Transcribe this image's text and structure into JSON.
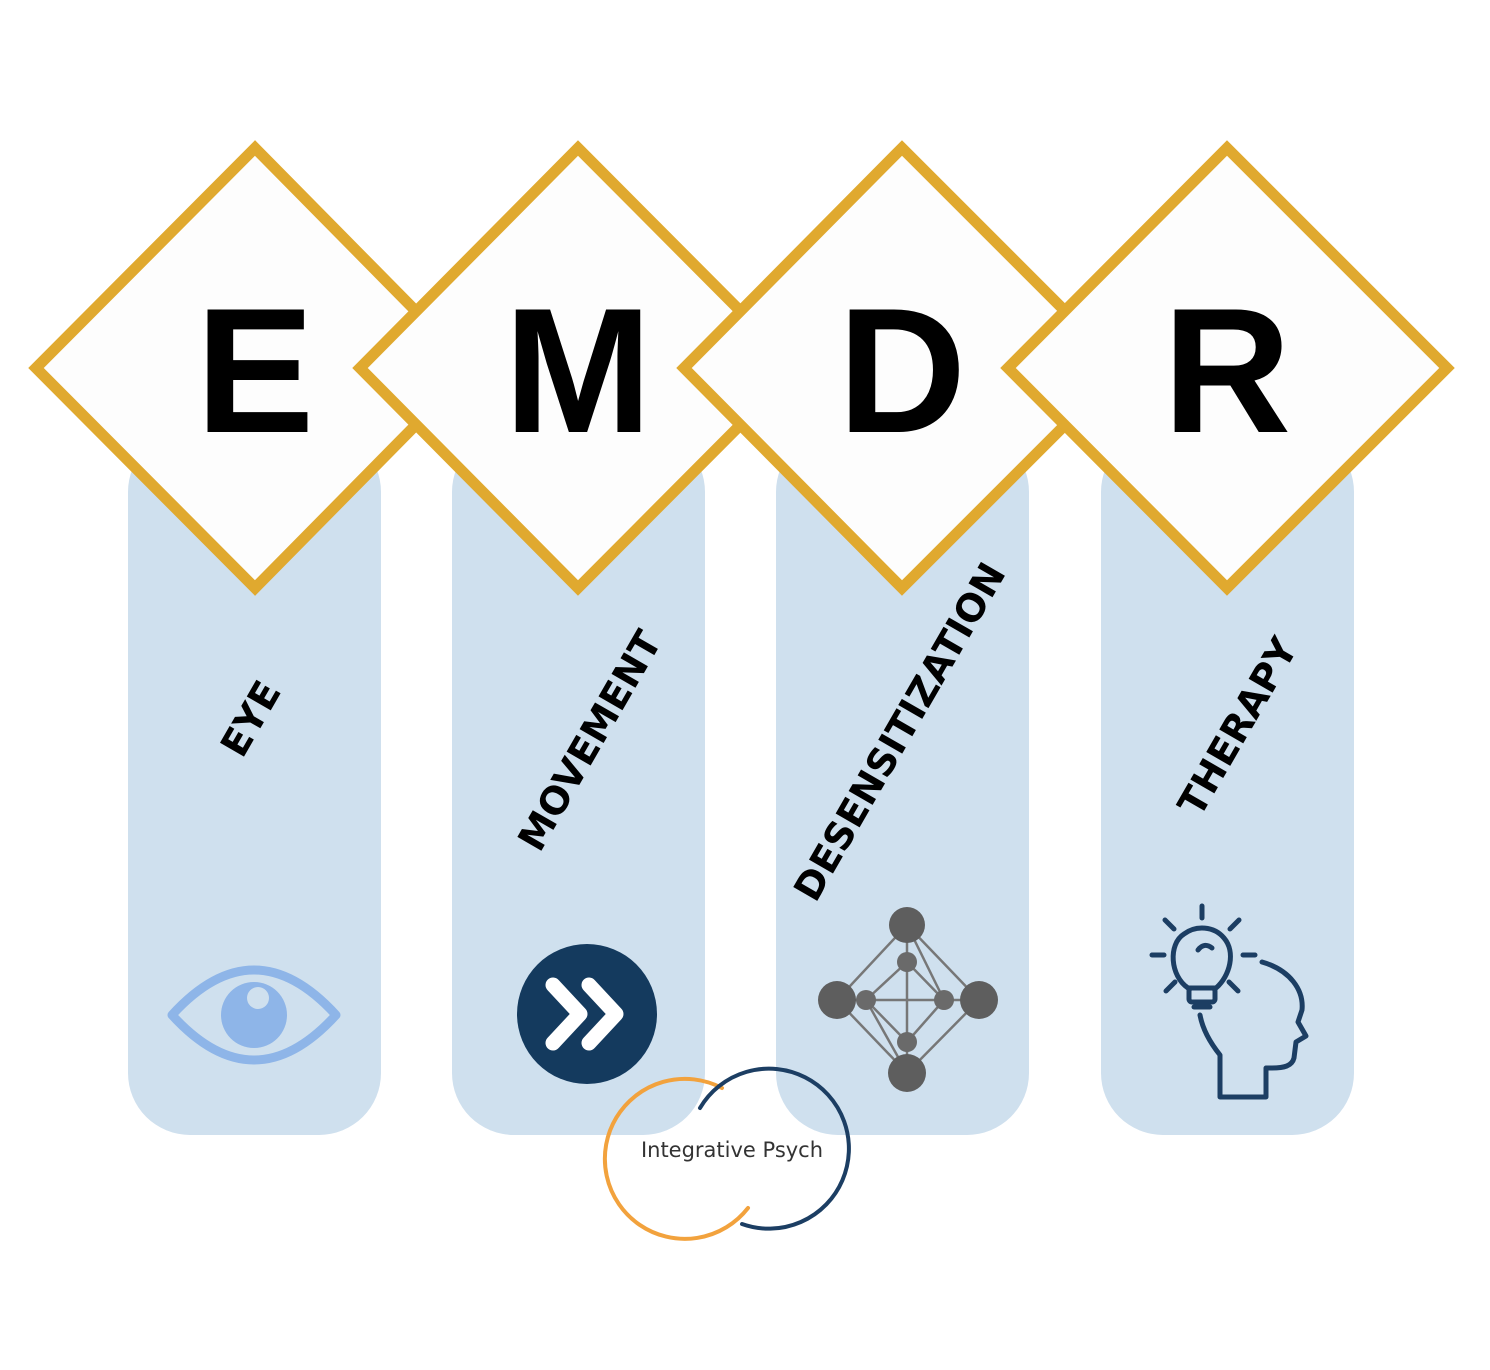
{
  "acronym": {
    "letters": [
      "E",
      "M",
      "D",
      "R"
    ],
    "words": [
      "EYE",
      "MOVEMENT",
      "DESENSITIZATION",
      "THERAPY"
    ]
  },
  "icons": [
    "eye-icon",
    "fast-forward-icon",
    "molecule-network-icon",
    "lightbulb-head-icon"
  ],
  "logo": {
    "text": "Integrative Psych"
  },
  "colors": {
    "diamond_border": "#e0a92f",
    "diamond_fill": "#fdfdfd",
    "panel": "#cfe0ee",
    "eye_icon": "#8eb5e8",
    "navy": "#143a5e",
    "logo_orange": "#f2a23d",
    "logo_navy": "#1c3e63",
    "molecule": "#555555"
  }
}
